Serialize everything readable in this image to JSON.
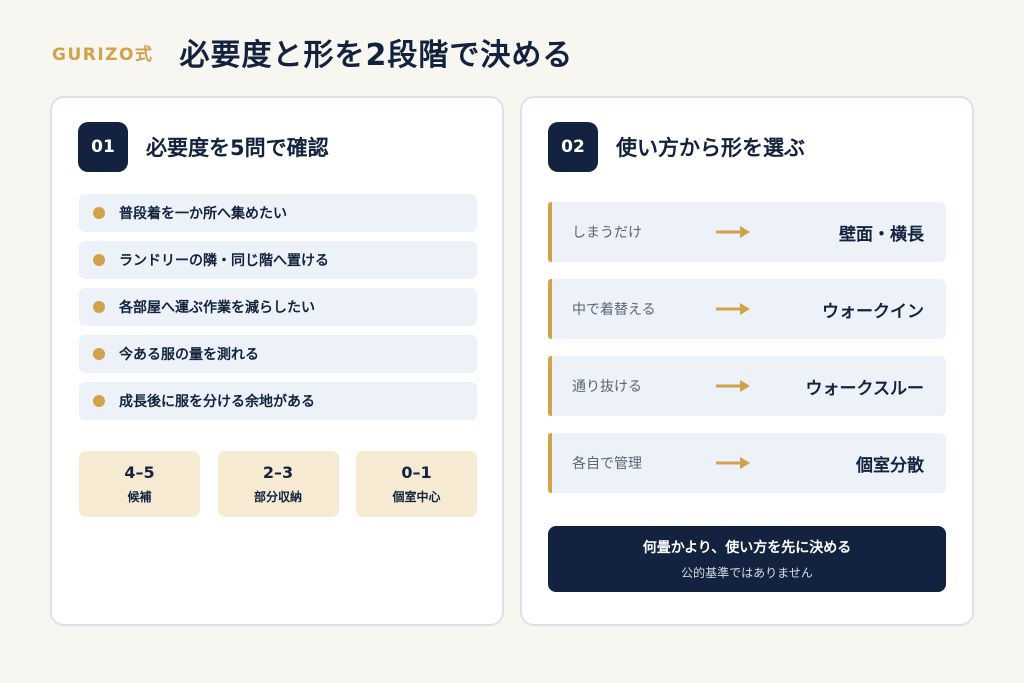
{
  "header": {
    "brand": "GURIZO式",
    "title": "必要度と形を2段階で決める"
  },
  "step1": {
    "badge": "01",
    "title": "必要度を5問で確認",
    "questions": [
      "普段着を一か所へ集めたい",
      "ランドリーの隣・同じ階へ置ける",
      "各部屋へ運ぶ作業を減らしたい",
      "今ある服の量を測れる",
      "成長後に服を分ける余地がある"
    ],
    "scores": [
      {
        "range": "4–5",
        "label": "候補"
      },
      {
        "range": "2–3",
        "label": "部分収納"
      },
      {
        "range": "0–1",
        "label": "個室中心"
      }
    ]
  },
  "step2": {
    "badge": "02",
    "title": "使い方から形を選ぶ",
    "rows": [
      {
        "use": "しまうだけ",
        "shape": "壁面・横長"
      },
      {
        "use": "中で着替える",
        "shape": "ウォークイン"
      },
      {
        "use": "通り抜ける",
        "shape": "ウォークスルー"
      },
      {
        "use": "各自で管理",
        "shape": "個室分散"
      }
    ],
    "footer": {
      "main": "何畳かより、使い方を先に決める",
      "note": "公的基準ではありません"
    }
  },
  "colors": {
    "navy": "#13233f",
    "gold": "#d2a24a",
    "light_blue": "#edf1f8",
    "cream": "#f6ead3",
    "background": "#f8f6f1"
  },
  "icons": {
    "check_bullet": "dot-icon",
    "row_arrow": "arrow-right-icon"
  }
}
